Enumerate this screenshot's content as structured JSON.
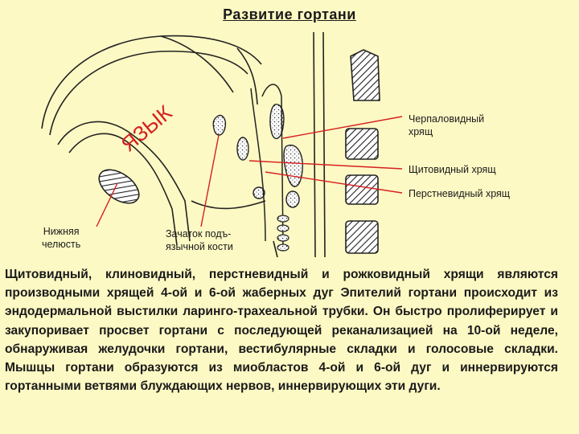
{
  "title": "Развитие гортани",
  "diagram": {
    "tongue_label": "ЯЗЫК",
    "labels": {
      "arytenoid": [
        "Черпаловидный",
        "хрящ"
      ],
      "thyroid": "Щитовидный хрящ",
      "cricoid": "Перстневидный хрящ",
      "mandible": [
        "Нижняя",
        "челюсть"
      ],
      "hyoid": [
        "Зачаток подъ-",
        "язычной кости"
      ]
    },
    "colors": {
      "background": "#fdf9c4",
      "leader_lines": "#d62020",
      "outline": "#222222"
    }
  },
  "body_text": "Щитовидный, клиновидный, перстневидный и рожковидный хрящи являются производными хрящей 4-ой и 6-ой жаберных дуг Эпителий гортани происходит из эндодермальной выстилки ларинго-трахеальной трубки. Он быстро пролиферирует и закупоривает просвет гортани с последующей реканализацией на 10-ой неделе, обнаруживая желудочки гортани, вестибулярные складки и голосовые складки. Мышцы гортани образуются из миобластов 4-ой и 6-ой дуг и иннервируются гортанными ветвями блуждающих нервов, иннервирующих эти дуги."
}
